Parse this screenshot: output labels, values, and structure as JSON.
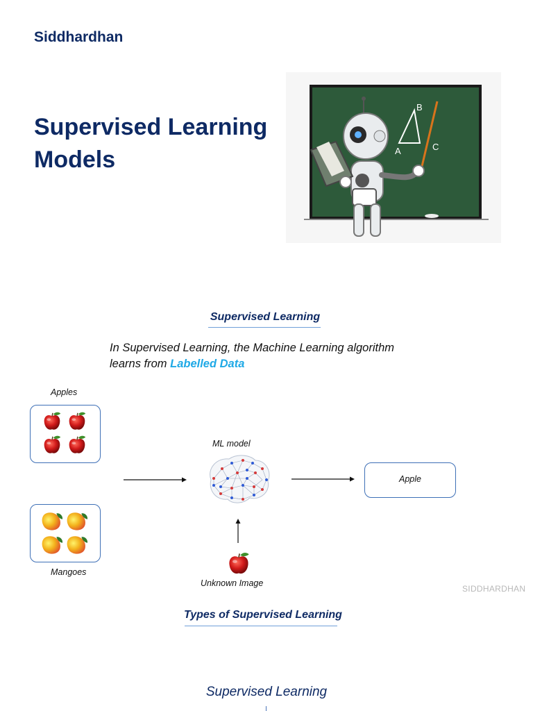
{
  "header": {
    "author": "Siddhardhan",
    "title_line1": "Supervised Learning",
    "title_line2": "Models"
  },
  "illustration": {
    "icon": "robot-teacher-chalkboard-icon",
    "board_labels": [
      "A",
      "B",
      "C"
    ]
  },
  "section1": {
    "heading": "Supervised Learning",
    "intro_line1": "In Supervised Learning, the Machine Learning algorithm",
    "intro_line2_prefix": "learns from ",
    "intro_highlight": "Labelled Data"
  },
  "diagram": {
    "apples_label": "Apples",
    "mangoes_label": "Mangoes",
    "model_label": "ML model",
    "unknown_label": "Unknown Image",
    "output_label": "Apple",
    "icons": [
      "apple-icon",
      "mango-icon",
      "brain-network-icon",
      "arrow-icon"
    ]
  },
  "watermark": "SIDDHARDHAN",
  "section2": {
    "heading": "Types of Supervised Learning"
  },
  "section3": {
    "heading": "Supervised Learning"
  },
  "colors": {
    "navy": "#0e2a64",
    "highlight": "#1fa9e6",
    "board": "#2d5a3a",
    "box_border": "#3d6fb6"
  }
}
